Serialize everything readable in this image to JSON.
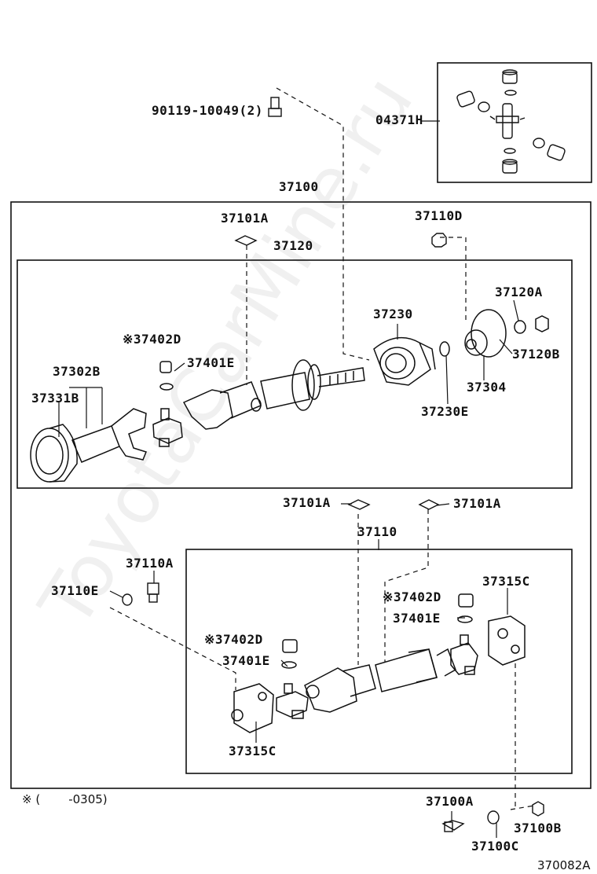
{
  "watermark": "ToyotaCarMine.ru",
  "labels": {
    "bolt_top": "90119-10049(2)",
    "kit": "04371H",
    "assy": "37100",
    "clip_top": "37101A",
    "front_shaft": "37120",
    "nut_d": "37110D",
    "bearing": "37230",
    "washer_a": "37120A",
    "nut_b": "37120B",
    "flange": "37304",
    "washer_e": "37230E",
    "fitting_top": "37402D",
    "cap_top": "37401E",
    "bearing_b": "37302B",
    "bearing_331b": "37331B",
    "clip_mid_left": "37101A",
    "clip_mid_right": "37101A",
    "rear_shaft": "37110",
    "bolt_a": "37110A",
    "washer_110e": "37110E",
    "fitting_mid": "37402D",
    "cap_mid": "37401E",
    "yoke_right": "37315C",
    "fitting_low": "37402D",
    "cap_low": "37401E",
    "yoke_left": "37315C",
    "bolt_100a": "37100A",
    "nut_100b": "37100B",
    "washer_100c": "37100C",
    "footnote_prefix": "※ (",
    "footnote_range": "-0305)",
    "diagram_code": "370082A",
    "mark": "※"
  }
}
